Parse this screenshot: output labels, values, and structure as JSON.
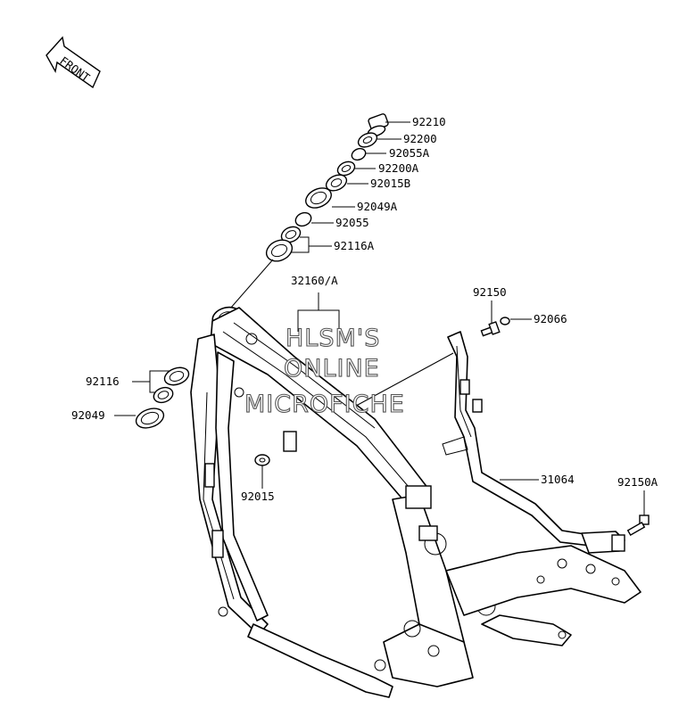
{
  "front_arrow": {
    "label": "FRONT"
  },
  "parts": {
    "p92210": "92210",
    "p92200": "92200",
    "p92055A": "92055A",
    "p92200A": "92200A",
    "p92015B": "92015B",
    "p92049A": "92049A",
    "p92055": "92055",
    "p92116A": "92116A",
    "p32160A": "32160/A",
    "p92150": "92150",
    "p92066": "92066",
    "p92116": "92116",
    "p92049": "92049",
    "p92015": "92015",
    "p31064": "31064",
    "p92150A": "92150A"
  },
  "watermark": {
    "line1": "HLSM'S",
    "line2": "ONLINE",
    "line3": "MICROFICHE"
  }
}
